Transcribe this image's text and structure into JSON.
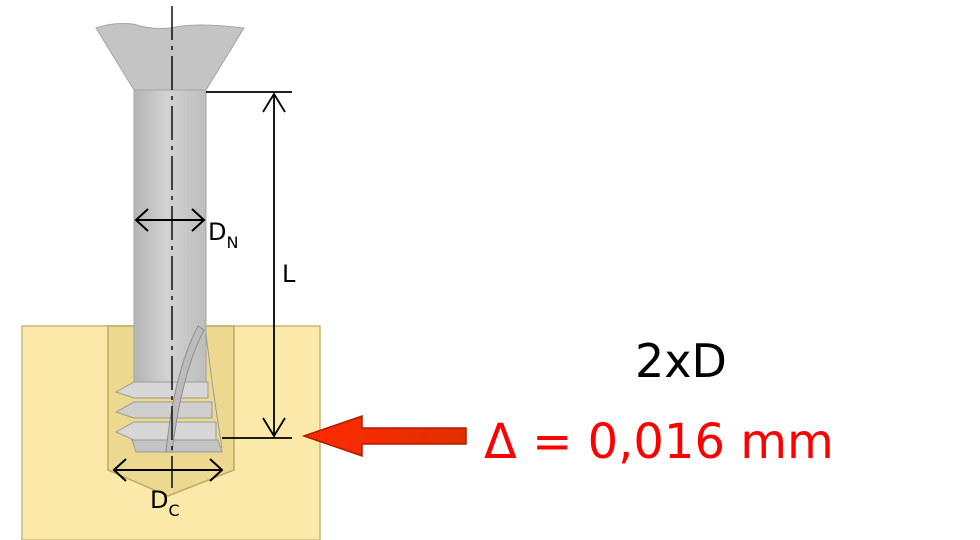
{
  "labels": {
    "neck_diameter": "D",
    "neck_diameter_sub": "N",
    "length": "L",
    "cutting_diameter": "D",
    "cutting_diameter_sub": "C",
    "ratio": "2xD",
    "delta": "Δ = 0,016 mm"
  },
  "colors": {
    "workpiece": "#fbe9a9",
    "workpiece_edge": "#c9b57a",
    "hole": "#ecd98f",
    "tool": "#c8c8c8",
    "tool_edge": "#9a9a9a",
    "arrow_red": "#ff0000",
    "delta_text": "#ff0000"
  }
}
